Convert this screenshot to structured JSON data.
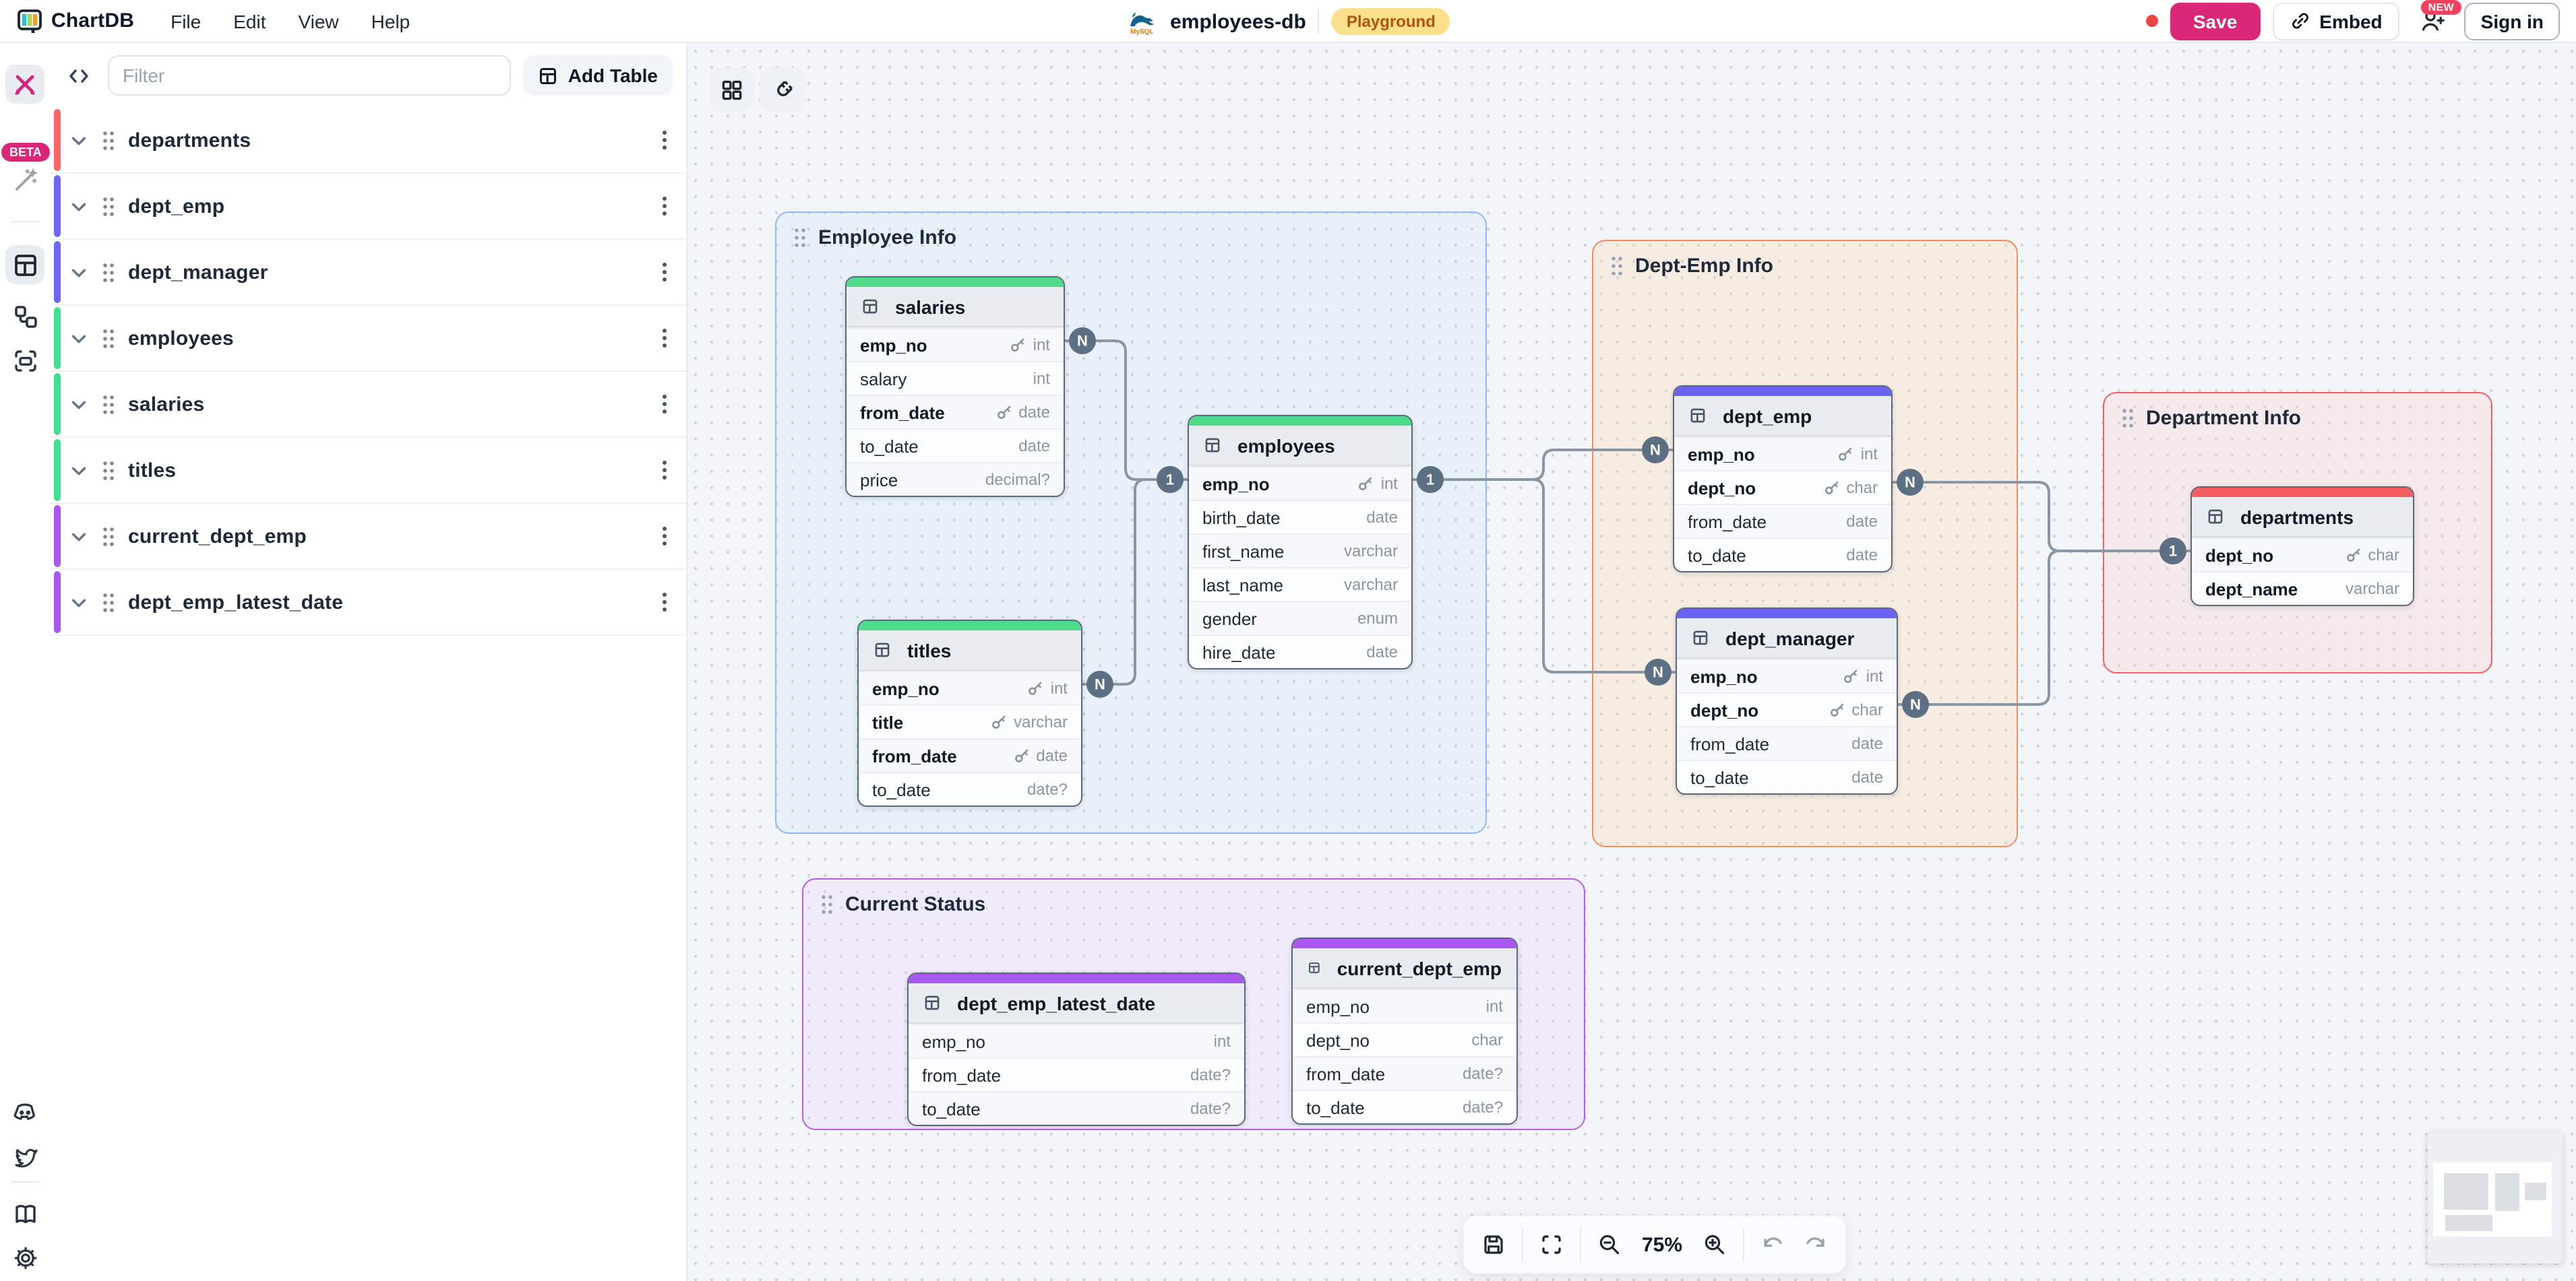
{
  "menubar": {
    "brand": "ChartDB",
    "menus": [
      "File",
      "Edit",
      "View",
      "Help"
    ],
    "database_name": "employees-db",
    "database_type": "mysql",
    "environment_badge": "Playground",
    "unsaved_dot_color": "#ef4444",
    "save_label": "Save",
    "save_color": "#db2777",
    "embed_label": "Embed",
    "new_badge": "NEW",
    "sign_in_label": "Sign in"
  },
  "sidebar": {
    "beta_badge": "BETA"
  },
  "panel": {
    "filter_placeholder": "Filter",
    "add_table_label": "Add Table",
    "tables": [
      {
        "name": "departments",
        "color": "#fb6565"
      },
      {
        "name": "dept_emp",
        "color": "#6e67f5"
      },
      {
        "name": "dept_manager",
        "color": "#6e67f5"
      },
      {
        "name": "employees",
        "color": "#3fdf8c"
      },
      {
        "name": "salaries",
        "color": "#3fdf8c"
      },
      {
        "name": "titles",
        "color": "#3fdf8c"
      },
      {
        "name": "current_dept_emp",
        "color": "#a857f0"
      },
      {
        "name": "dept_emp_latest_date",
        "color": "#a857f0"
      }
    ]
  },
  "diagram": {
    "groups": [
      {
        "id": "employee_info",
        "label": "Employee Info",
        "border_color": "#93b8f8",
        "fill": "rgba(191,219,254,0.18)"
      },
      {
        "id": "dept_emp_info",
        "label": "Dept-Emp Info",
        "border_color": "#f98a5b",
        "fill": "rgba(254,215,170,0.30)"
      },
      {
        "id": "department_info",
        "label": "Department Info",
        "border_color": "#f65d5d",
        "fill": "rgba(254,202,202,0.28)"
      },
      {
        "id": "current_status",
        "label": "Current Status",
        "border_color": "#b35de8",
        "fill": "rgba(233,213,255,0.30)"
      }
    ],
    "tables": [
      {
        "id": "salaries",
        "name": "salaries",
        "header_color": "#4edc8b",
        "fields": [
          {
            "name": "emp_no",
            "type": "int",
            "key": true
          },
          {
            "name": "salary",
            "type": "int"
          },
          {
            "name": "from_date",
            "type": "date",
            "key": true
          },
          {
            "name": "to_date",
            "type": "date"
          },
          {
            "name": "price",
            "type": "decimal?"
          }
        ]
      },
      {
        "id": "employees",
        "name": "employees",
        "header_color": "#4edc8b",
        "fields": [
          {
            "name": "emp_no",
            "type": "int",
            "key": true
          },
          {
            "name": "birth_date",
            "type": "date"
          },
          {
            "name": "first_name",
            "type": "varchar"
          },
          {
            "name": "last_name",
            "type": "varchar"
          },
          {
            "name": "gender",
            "type": "enum"
          },
          {
            "name": "hire_date",
            "type": "date"
          }
        ]
      },
      {
        "id": "titles",
        "name": "titles",
        "header_color": "#4edc8b",
        "fields": [
          {
            "name": "emp_no",
            "type": "int",
            "key": true
          },
          {
            "name": "title",
            "type": "varchar",
            "key": true
          },
          {
            "name": "from_date",
            "type": "date",
            "key": true
          },
          {
            "name": "to_date",
            "type": "date?"
          }
        ]
      },
      {
        "id": "dept_emp",
        "name": "dept_emp",
        "header_color": "#6a63f2",
        "fields": [
          {
            "name": "emp_no",
            "type": "int",
            "key": true
          },
          {
            "name": "dept_no",
            "type": "char",
            "key": true
          },
          {
            "name": "from_date",
            "type": "date"
          },
          {
            "name": "to_date",
            "type": "date"
          }
        ]
      },
      {
        "id": "dept_manager",
        "name": "dept_manager",
        "header_color": "#6a63f2",
        "fields": [
          {
            "name": "emp_no",
            "type": "int",
            "key": true
          },
          {
            "name": "dept_no",
            "type": "char",
            "key": true
          },
          {
            "name": "from_date",
            "type": "date"
          },
          {
            "name": "to_date",
            "type": "date"
          }
        ]
      },
      {
        "id": "departments",
        "name": "departments",
        "header_color": "#f65f5f",
        "fields": [
          {
            "name": "dept_no",
            "type": "char",
            "key": true
          },
          {
            "name": "dept_name",
            "type": "varchar",
            "bold": true
          }
        ]
      },
      {
        "id": "dept_emp_latest_date",
        "name": "dept_emp_latest_date",
        "header_color": "#a857f0",
        "fields": [
          {
            "name": "emp_no",
            "type": "int"
          },
          {
            "name": "from_date",
            "type": "date?"
          },
          {
            "name": "to_date",
            "type": "date?"
          }
        ]
      },
      {
        "id": "current_dept_emp",
        "name": "current_dept_emp",
        "header_color": "#a857f0",
        "fields": [
          {
            "name": "emp_no",
            "type": "int"
          },
          {
            "name": "dept_no",
            "type": "char"
          },
          {
            "name": "from_date",
            "type": "date?"
          },
          {
            "name": "to_date",
            "type": "date?"
          }
        ]
      }
    ],
    "relationships": [
      {
        "from": "salaries.emp_no",
        "from_cardinality": "N",
        "to": "employees.emp_no",
        "to_cardinality": "1"
      },
      {
        "from": "titles.emp_no",
        "from_cardinality": "N",
        "to": "employees.emp_no",
        "to_cardinality": "1"
      },
      {
        "from": "dept_emp.emp_no",
        "from_cardinality": "N",
        "to": "employees.emp_no",
        "to_cardinality": "1"
      },
      {
        "from": "dept_manager.emp_no",
        "from_cardinality": "N",
        "to": "employees.emp_no",
        "to_cardinality": "1"
      },
      {
        "from": "dept_emp.dept_no",
        "from_cardinality": "N",
        "to": "departments.dept_no",
        "to_cardinality": "1"
      },
      {
        "from": "dept_manager.dept_no",
        "from_cardinality": "N",
        "to": "departments.dept_no",
        "to_cardinality": "1"
      }
    ],
    "edge_color": "#8b96a5",
    "marker_color": "#5d6f83"
  },
  "toolbar": {
    "zoom_level": "75%"
  }
}
